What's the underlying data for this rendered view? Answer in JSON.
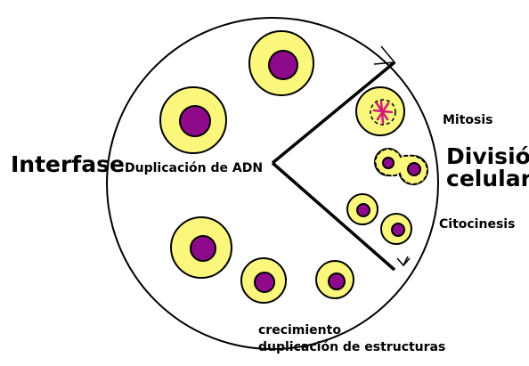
{
  "labels": {
    "interfase": "Interfase",
    "duplicacion_adn": "Duplicación de ADN",
    "mitosis": "Mitosis",
    "division_line1": "División",
    "division_line2": "celular",
    "citocinesis": "Citocinesis",
    "crecimiento_line1": "crecimiento",
    "crecimiento_line2": "duplicación de estructuras"
  },
  "colors": {
    "cytoplasm": "#fbf67c",
    "nucleus": "#8e0a8b",
    "outline": "#000000",
    "chromosomes": "#d4197a"
  }
}
